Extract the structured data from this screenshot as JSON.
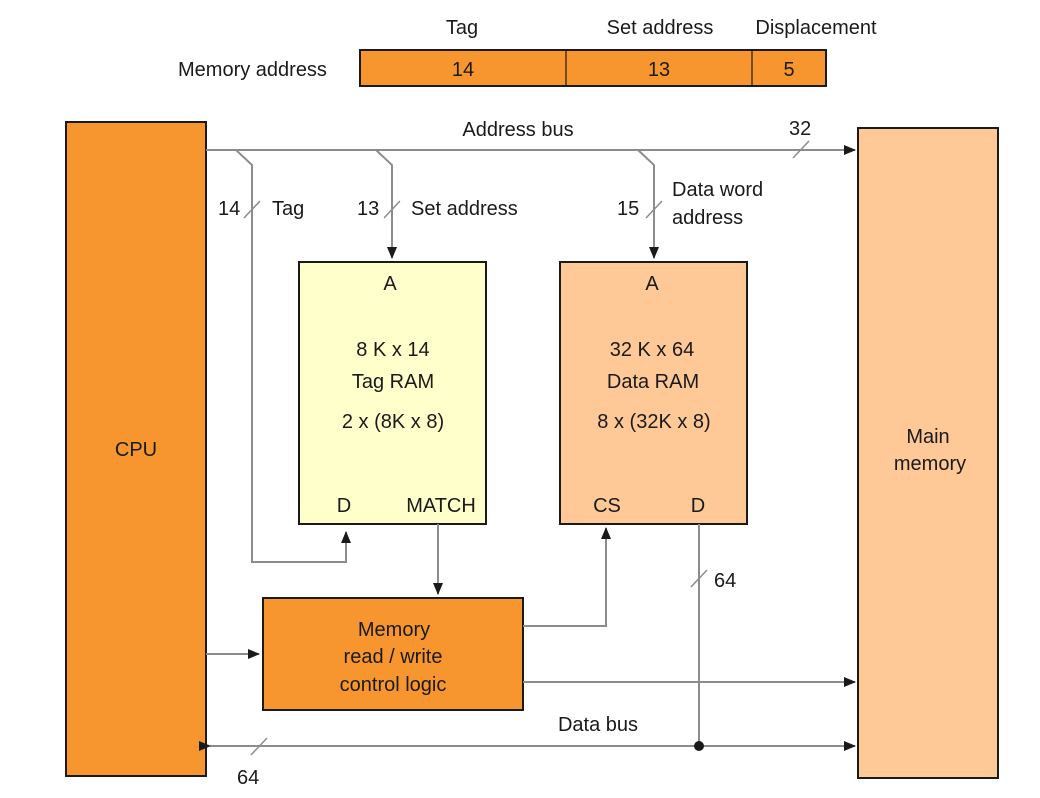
{
  "memory_address": {
    "label": "Memory address",
    "fields": [
      {
        "header": "Tag",
        "bits": "14"
      },
      {
        "header": "Set address",
        "bits": "13"
      },
      {
        "header": "Displacement",
        "bits": "5"
      }
    ]
  },
  "blocks": {
    "cpu": "CPU",
    "main_memory": [
      "Main",
      "memory"
    ],
    "tag_ram": {
      "port_a": "A",
      "lines": [
        "8 K x 14",
        "Tag RAM",
        "2 x (8K x 8)"
      ],
      "port_d": "D",
      "port_match": "MATCH"
    },
    "data_ram": {
      "port_a": "A",
      "lines": [
        "32 K x 64",
        "Data RAM",
        "8 x (32K x 8)"
      ],
      "port_cs": "CS",
      "port_d": "D"
    },
    "control": [
      "Memory",
      "read / write",
      "control logic"
    ]
  },
  "buses": {
    "address_bus": "Address bus",
    "address_width": "32",
    "tag_width": "14",
    "tag_label": "Tag",
    "set_width": "13",
    "set_label": "Set address",
    "word_width": "15",
    "word_label": [
      "Data word",
      "address"
    ],
    "data_ram_width": "64",
    "data_bus": "Data bus",
    "data_width": "64"
  },
  "colors": {
    "orange": "#F7962E",
    "light_orange": "#FFC897",
    "light_yellow": "#FFFFCC",
    "line": "#8c8c8c",
    "arrow": "#1a1a1a"
  }
}
